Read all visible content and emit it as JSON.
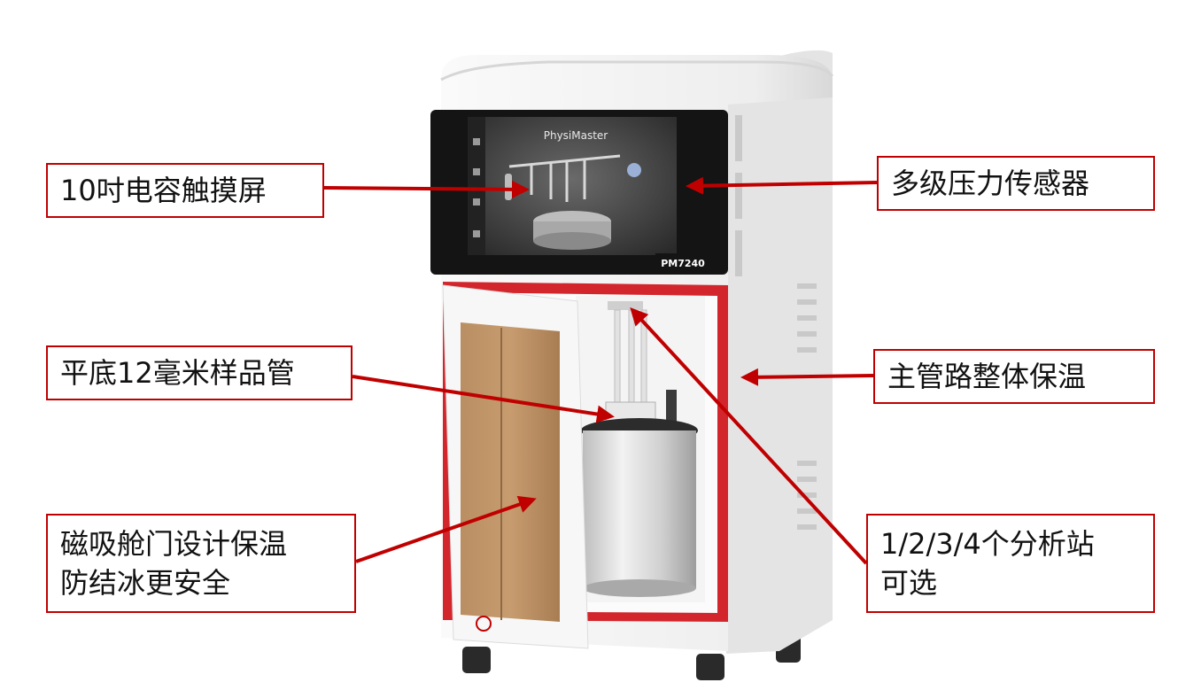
{
  "screen": {
    "app_title": "PhysiMaster",
    "model": "PM7240"
  },
  "callouts": {
    "touchscreen": {
      "lines": [
        "10吋电容触摸屏"
      ]
    },
    "pressure_sensor": {
      "lines": [
        "多级压力传感器"
      ]
    },
    "sample_tube": {
      "lines": [
        "平底12毫米样品管"
      ]
    },
    "insulation": {
      "lines": [
        "主管路整体保温"
      ]
    },
    "door": {
      "lines": [
        "磁吸舱门设计保温",
        "防结冰更安全"
      ]
    },
    "stations": {
      "lines": [
        "1/2/3/4个分析站",
        "可选"
      ]
    }
  },
  "colors": {
    "callout_border": "#c00000",
    "arrow": "#c00000",
    "cabinet_red": "#d3262c",
    "cabinet_white": "#f3f3f3",
    "screen_bg": "#2e2e2e"
  }
}
